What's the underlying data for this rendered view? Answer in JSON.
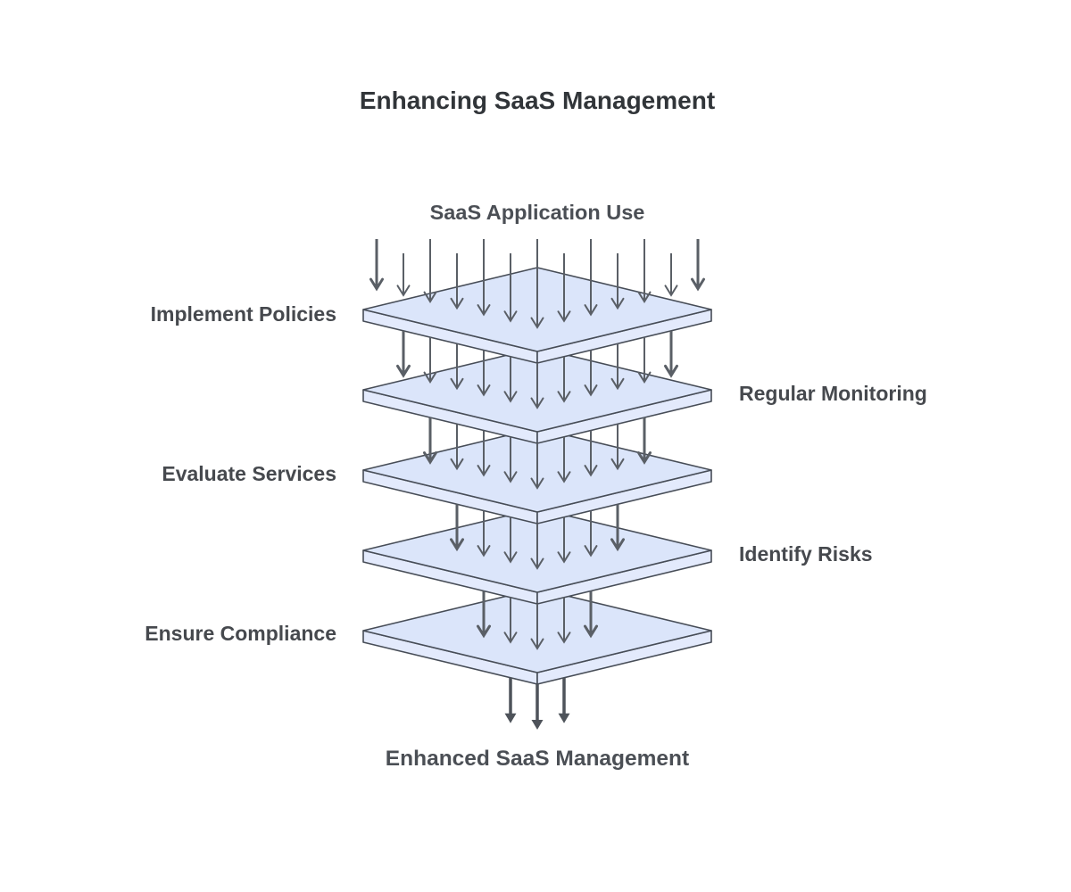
{
  "title": "Enhancing SaaS Management",
  "flow": {
    "input_label": "SaaS Application Use",
    "output_label": "Enhanced SaaS Management"
  },
  "layers": [
    {
      "label": "Implement Policies",
      "side": "left"
    },
    {
      "label": "Regular Monitoring",
      "side": "right"
    },
    {
      "label": "Evaluate Services",
      "side": "left"
    },
    {
      "label": "Identify Risks",
      "side": "right"
    },
    {
      "label": "Ensure Compliance",
      "side": "left"
    }
  ],
  "diagram": {
    "arrow_counts_per_stage": [
      13,
      11,
      9,
      7,
      5,
      3
    ],
    "colors": {
      "background": "#ffffff",
      "plate_fill": "#dbe5fa",
      "plate_side_fill": "#e3eafc",
      "plate_stroke": "#474d57",
      "arrow": "#5a5f66",
      "exit_arrow": "#4e535a",
      "title_text": "#313539",
      "endpoint_text": "#4b4f55",
      "layer_text": "#46494e"
    }
  }
}
